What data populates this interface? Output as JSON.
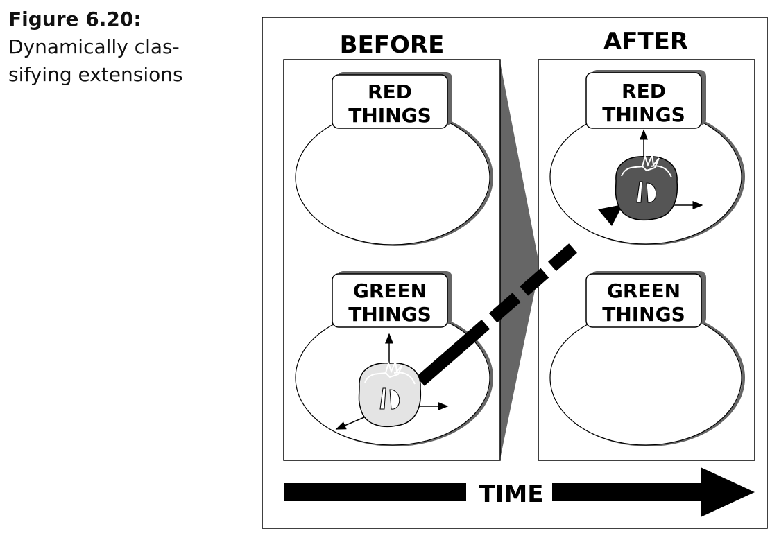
{
  "caption": {
    "label": "Figure 6.20:",
    "line1": "Dynamically clas-",
    "line2": "sifying extensions"
  },
  "diagram": {
    "before_title": "BEFORE",
    "after_title": "AFTER",
    "before": {
      "top_label": [
        "RED",
        "THINGS"
      ],
      "bottom_label": [
        "GREEN",
        "THINGS"
      ]
    },
    "after": {
      "top_label": [
        "RED",
        "THINGS"
      ],
      "bottom_label": [
        "GREEN",
        "THINGS"
      ]
    },
    "time_label": "TIME",
    "colors": {
      "tomato_before": "#e4e4e4",
      "tomato_after": "#555555",
      "shadow": "#666666"
    }
  }
}
